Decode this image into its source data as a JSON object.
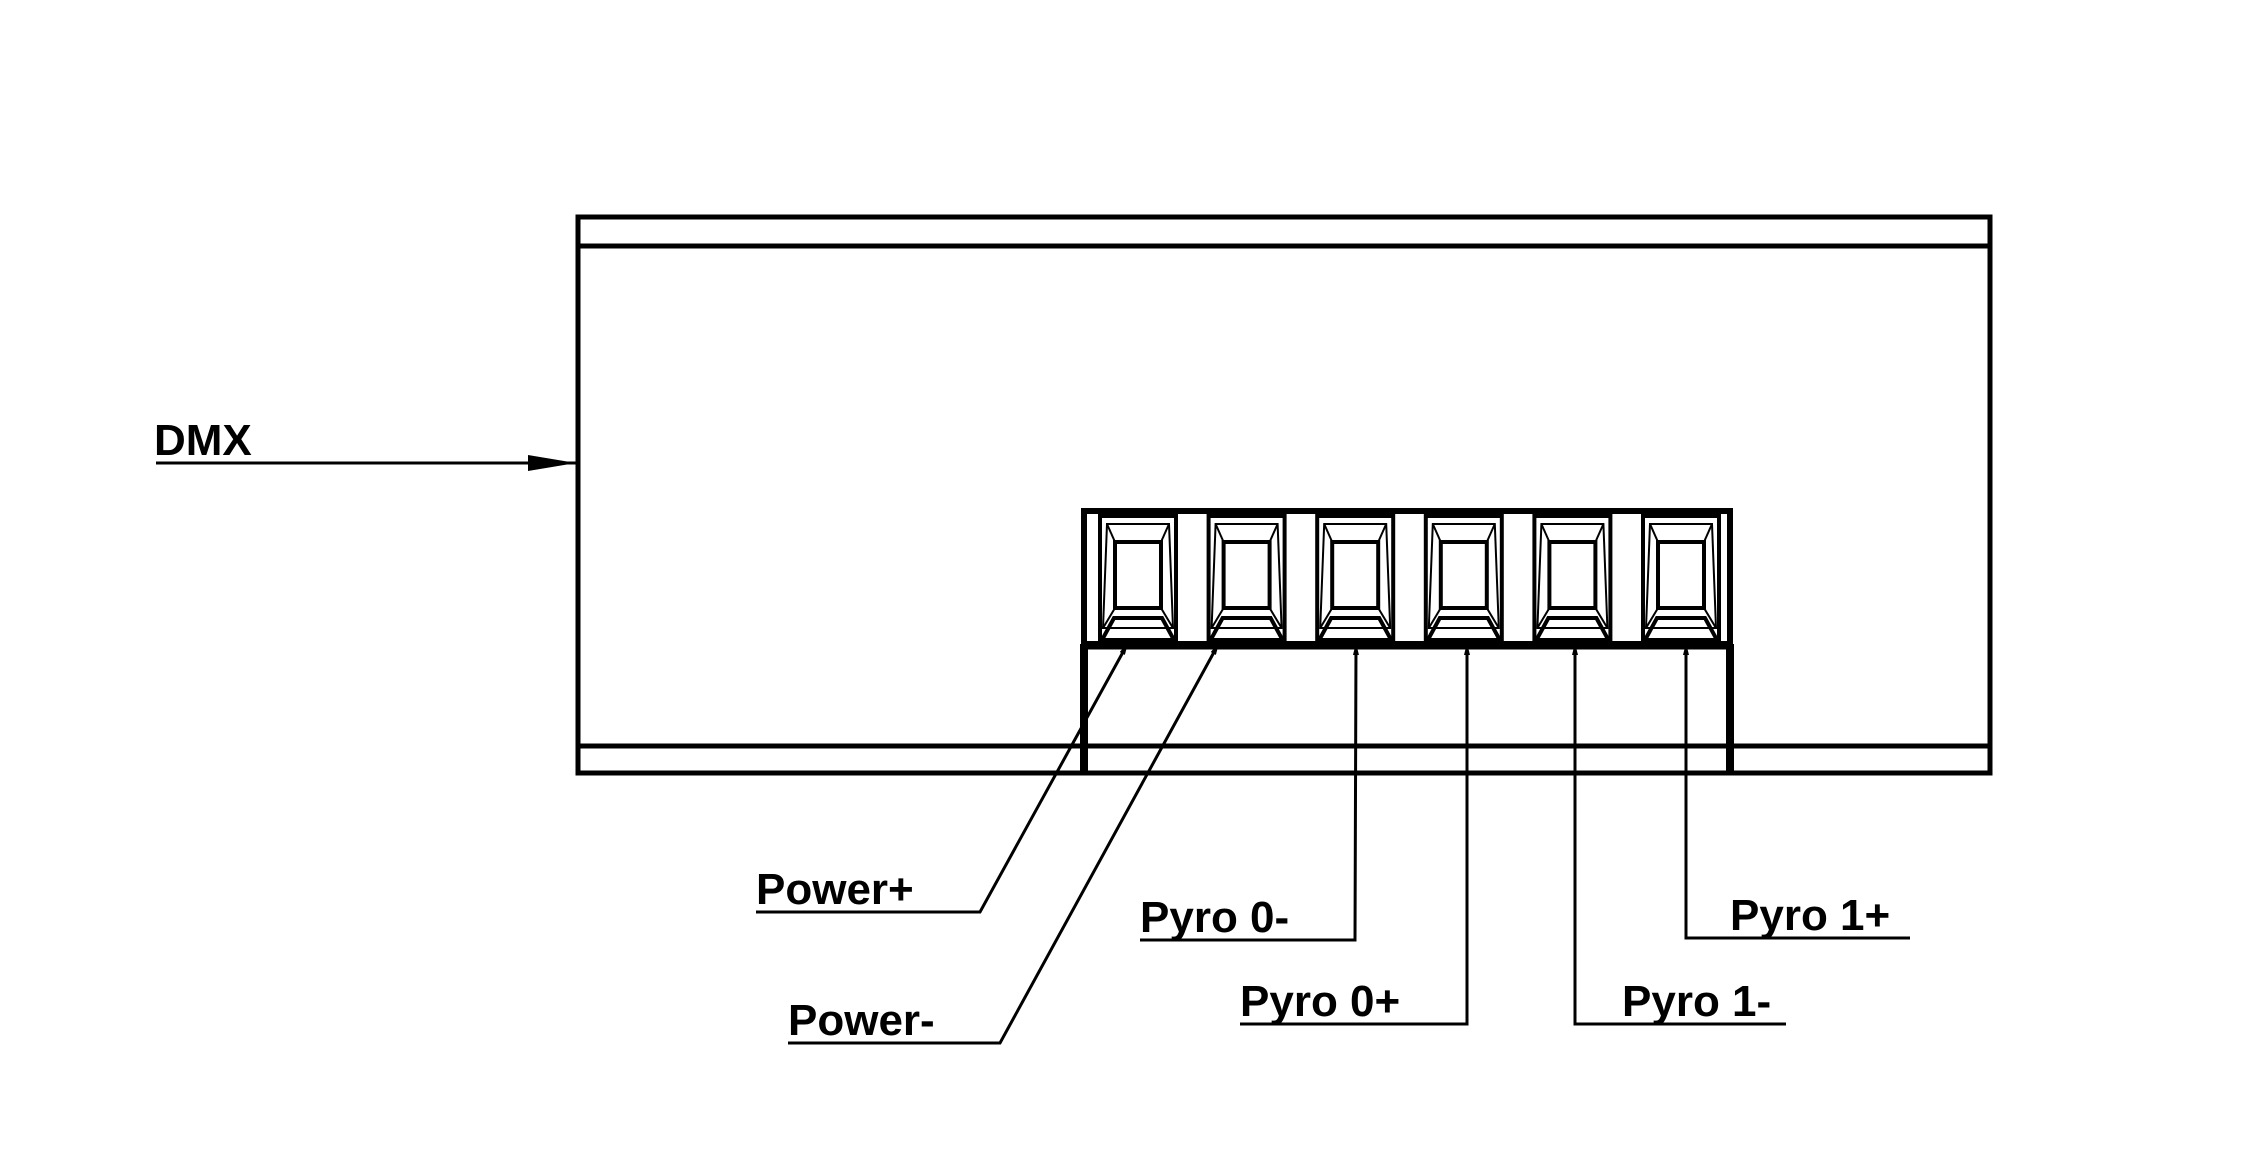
{
  "colors": {
    "ink": "#000000",
    "background": "#ffffff"
  },
  "labels": {
    "dmx": "DMX",
    "power_plus": "Power+",
    "power_minus": "Power-",
    "pyro0_minus": "Pyro 0-",
    "pyro0_plus": "Pyro 0+",
    "pyro1_minus": "Pyro 1-",
    "pyro1_plus": "Pyro 1+"
  },
  "terminal_block": {
    "terminal_count": 6
  }
}
